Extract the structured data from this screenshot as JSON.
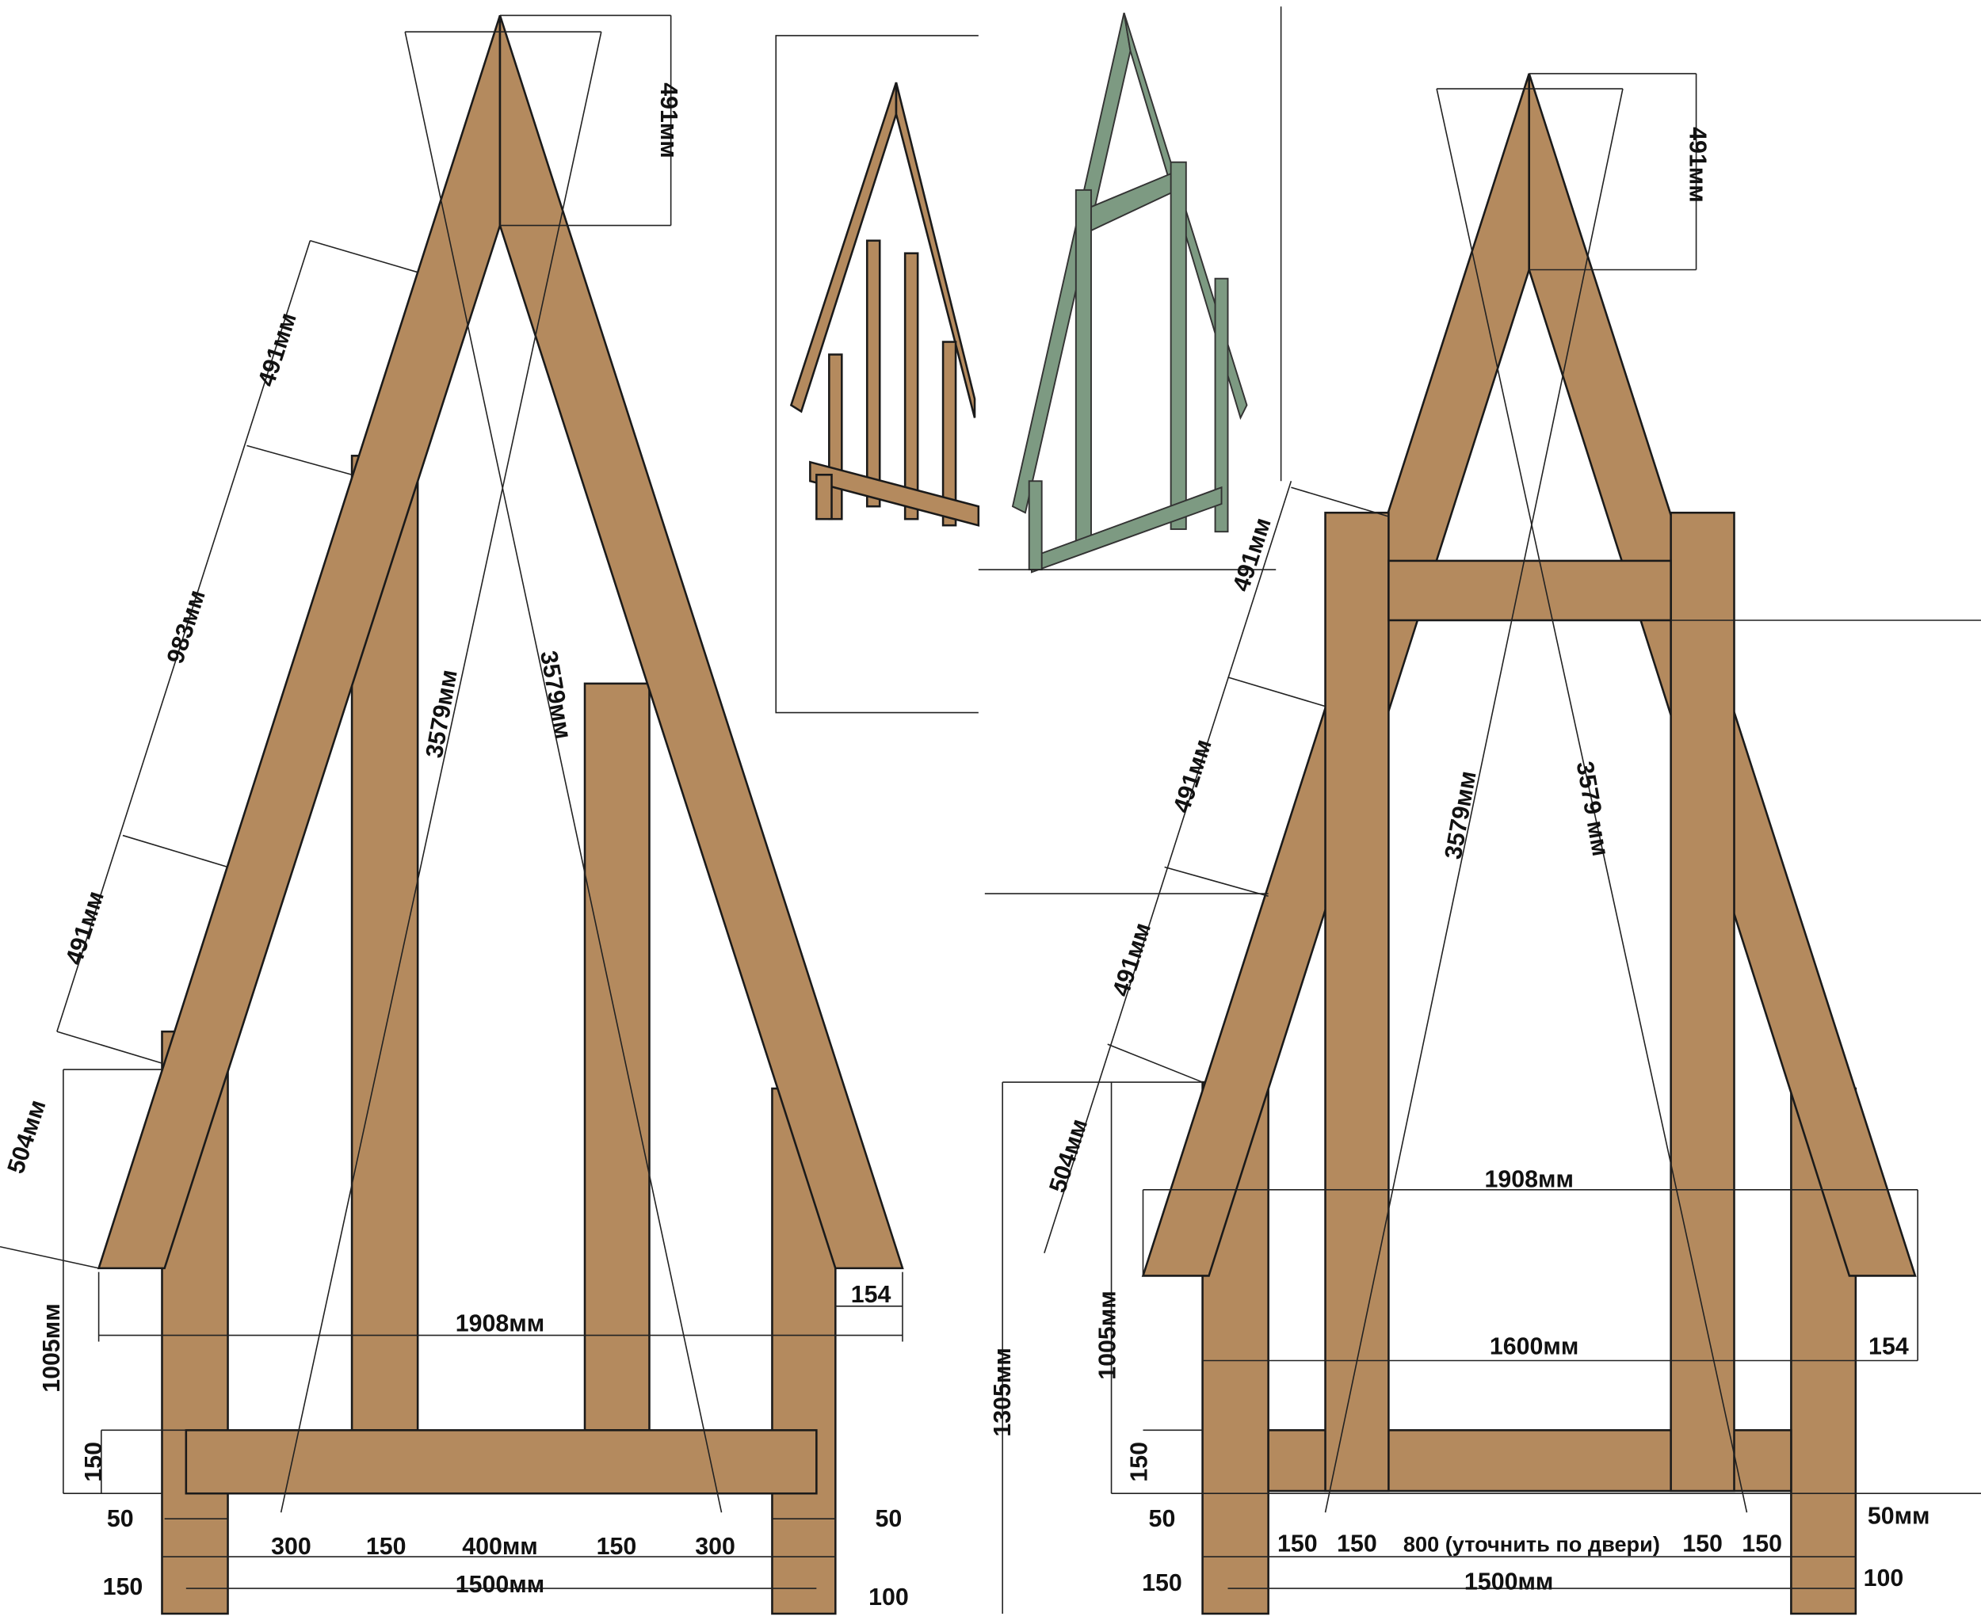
{
  "title": "Фронтон: каркасные схемы",
  "colors": {
    "wood": "#b48a5e",
    "inset_green": "#7d9a82",
    "line": "#222222"
  },
  "left_frame": {
    "labels": [
      "491мм",
      "491мм",
      "983мм",
      "491мм",
      "504мм",
      "3579мм",
      "3579мм",
      "1005мм",
      "1908мм",
      "154",
      "150",
      "50",
      "300",
      "150",
      "400мм",
      "150",
      "300",
      "50",
      "150",
      "1500мм",
      "100"
    ]
  },
  "right_frame": {
    "labels": [
      "491мм",
      "491мм",
      "491мм",
      "491мм",
      "504мм",
      "3579мм",
      "3579 мм",
      "1908мм",
      "1600мм",
      "154",
      "1005мм",
      "1305мм",
      "150",
      "50",
      "150",
      "150",
      "800 (уточнить по двери)",
      "150",
      "150",
      "50мм",
      "150",
      "1500мм",
      "100"
    ]
  }
}
